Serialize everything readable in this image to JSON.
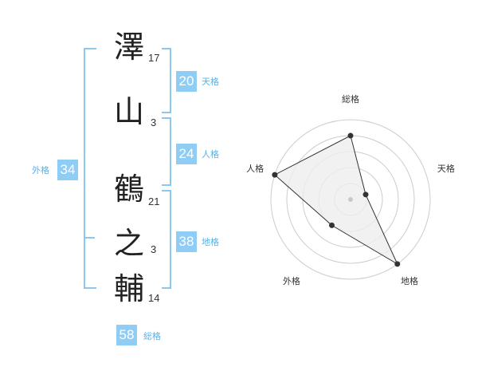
{
  "name": {
    "chars": [
      {
        "char": "澤",
        "strokes": "17"
      },
      {
        "char": "山",
        "strokes": "3"
      },
      {
        "char": "鶴",
        "strokes": "21"
      },
      {
        "char": "之",
        "strokes": "3"
      },
      {
        "char": "輔",
        "strokes": "14"
      }
    ]
  },
  "fortunes": {
    "tenkaku": {
      "value": "20",
      "label": "天格"
    },
    "jinkaku": {
      "value": "24",
      "label": "人格"
    },
    "chikaku": {
      "value": "38",
      "label": "地格"
    },
    "gaikaku": {
      "value": "34",
      "label": "外格"
    },
    "soukaku": {
      "value": "58",
      "label": "総格"
    }
  },
  "chart_data": {
    "type": "radar",
    "axes": [
      "総格",
      "天格",
      "地格",
      "外格",
      "人格"
    ],
    "values": [
      4,
      1,
      5,
      2,
      5
    ],
    "max": 5,
    "rings": 5,
    "colors": {
      "fill": "#eeeeee",
      "line": "#333333",
      "ring": "#cccccc",
      "point": "#333333"
    }
  }
}
